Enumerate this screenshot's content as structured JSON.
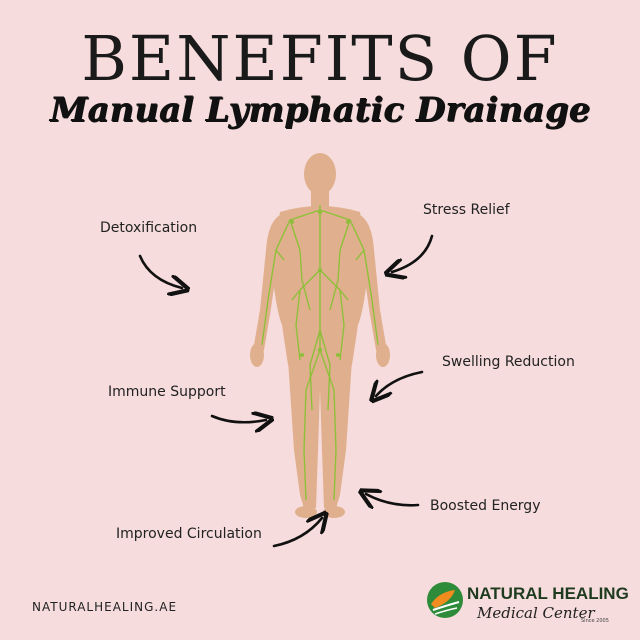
{
  "header": {
    "title": "BENEFITS OF",
    "subtitle": "Manual Lymphatic Drainage"
  },
  "benefits": [
    {
      "label": "Detoxification",
      "side": "left"
    },
    {
      "label": "Stress Relief",
      "side": "right"
    },
    {
      "label": "Swelling Reduction",
      "side": "right"
    },
    {
      "label": "Immune Support",
      "side": "left"
    },
    {
      "label": "Boosted Energy",
      "side": "right"
    },
    {
      "label": "Improved Circulation",
      "side": "left"
    }
  ],
  "footer": {
    "website": "NATURALHEALING.AE"
  },
  "logo": {
    "name": "NATURAL HEALING",
    "subtitle": "Medical Center",
    "since": "Since 2005"
  },
  "colors": {
    "background": "#f6dcdc",
    "skin": "#e0b08e",
    "lymph": "#8fbf3a",
    "logo_orange": "#f28c1e",
    "logo_green": "#2e8b3a"
  }
}
